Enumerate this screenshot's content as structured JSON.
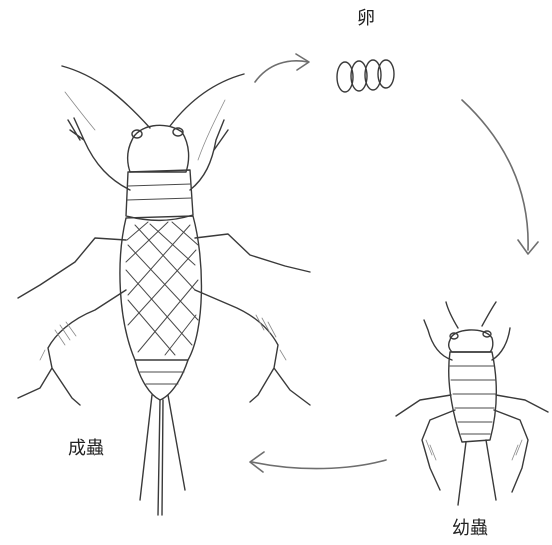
{
  "stages": {
    "egg": {
      "label": "卵"
    },
    "adult": {
      "label": "成蟲"
    },
    "nymph": {
      "label": "幼蟲"
    }
  },
  "colors": {
    "pencil": "#3a3a3a",
    "shading": "#8a8a8a",
    "arrow": "#6e6e6e",
    "paper": "#ffffff"
  }
}
